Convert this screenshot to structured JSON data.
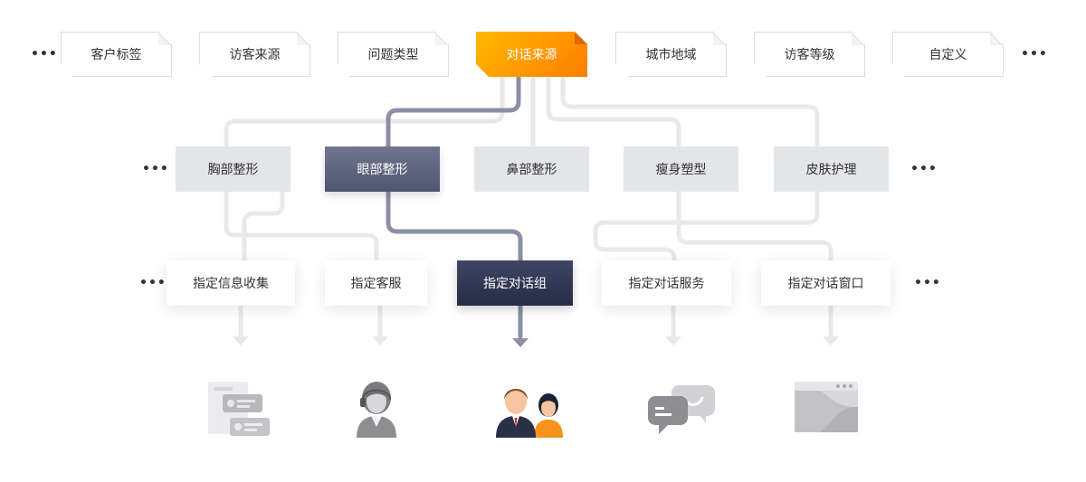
{
  "sources": [
    "客户标签",
    "访客来源",
    "问题类型",
    "对话来源",
    "城市地域",
    "访客等级",
    "自定义"
  ],
  "sources_active_index": 3,
  "categories": [
    "胸部整形",
    "眼部整形",
    "鼻部整形",
    "瘦身塑型",
    "皮肤护理"
  ],
  "categories_active_index": 1,
  "actions": [
    "指定信息收集",
    "指定客服",
    "指定对话组",
    "指定对话服务",
    "指定对话窗口"
  ],
  "actions_active_index": 2,
  "more": "•••",
  "icons": [
    "info-card-icon",
    "customer-service-agent-icon",
    "conversation-group-icon",
    "chat-bubbles-icon",
    "chat-window-icon"
  ],
  "colors": {
    "accent_start": "#ffb800",
    "accent_end": "#ff7e00",
    "active_path": "#8a8fa3",
    "inactive_path": "#e9e9ec",
    "category_active": "#575d77",
    "action_active": "#2f3450"
  }
}
